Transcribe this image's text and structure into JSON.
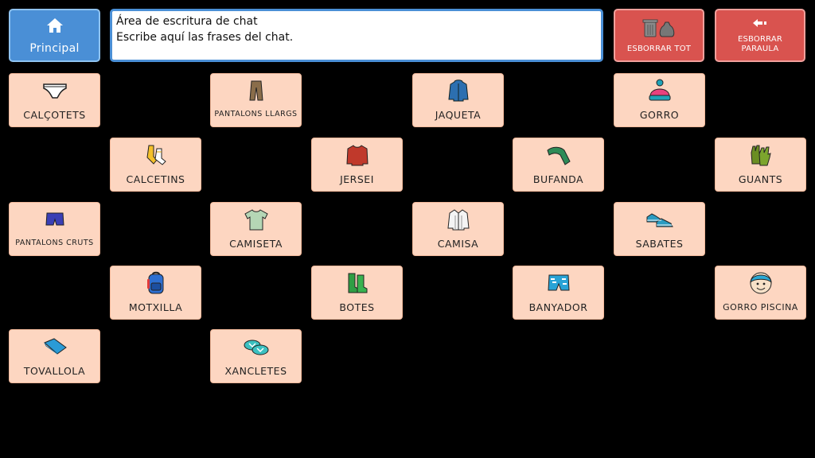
{
  "home": {
    "label": "Principal"
  },
  "chat": {
    "line1": "Área de escritura de chat",
    "line2": "Escribe aquí las frases del chat."
  },
  "clear_all": {
    "label": "ESBORRAR TOT"
  },
  "clear_word": {
    "label": "ESBORRAR PARAULA"
  },
  "tiles": [
    {
      "label": "CALÇOTETS",
      "icon": "underwear-icon"
    },
    {
      "label": "PANTALONS LLARGS",
      "icon": "long-pants-icon"
    },
    {
      "label": "JAQUETA",
      "icon": "jacket-icon"
    },
    {
      "label": "GORRO",
      "icon": "beanie-icon"
    },
    {
      "label": "CALCETINS",
      "icon": "socks-icon"
    },
    {
      "label": "JERSEI",
      "icon": "sweater-icon"
    },
    {
      "label": "BUFANDA",
      "icon": "scarf-icon"
    },
    {
      "label": "GUANTS",
      "icon": "gloves-icon"
    },
    {
      "label": "PANTALONS CRUTS",
      "icon": "shorts-icon"
    },
    {
      "label": "CAMISETA",
      "icon": "tshirt-icon"
    },
    {
      "label": "CAMISA",
      "icon": "shirt-icon"
    },
    {
      "label": "SABATES",
      "icon": "shoes-icon"
    },
    {
      "label": "MOTXILLA",
      "icon": "backpack-icon"
    },
    {
      "label": "BOTES",
      "icon": "boots-icon"
    },
    {
      "label": "BANYADOR",
      "icon": "swimsuit-icon"
    },
    {
      "label": "GORRO PISCINA",
      "icon": "swim-cap-icon"
    },
    {
      "label": "TOVALLOLA",
      "icon": "towel-icon"
    },
    {
      "label": "XANCLETES",
      "icon": "flip-flops-icon"
    }
  ]
}
